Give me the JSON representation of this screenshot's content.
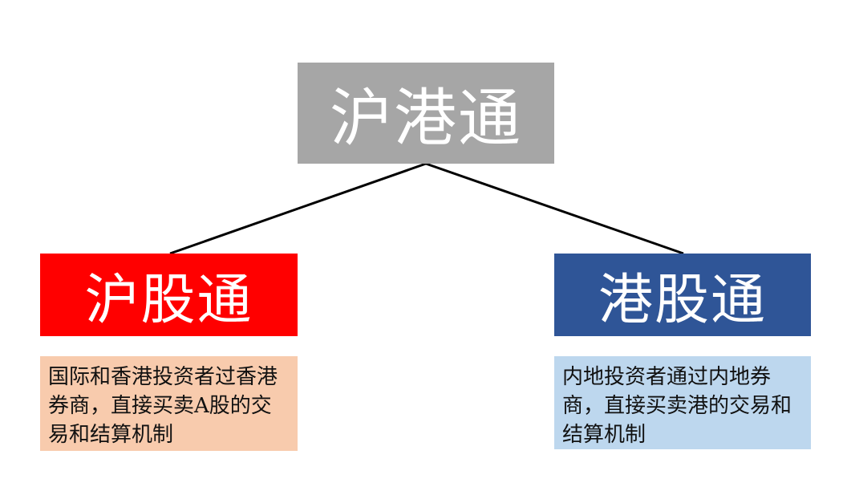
{
  "diagram": {
    "root": {
      "title": "沪港通",
      "color": "#a6a6a6"
    },
    "left": {
      "title": "沪股通",
      "color": "#ff0000",
      "description": "国际和香港投资者过香港券商，直接买卖A股的交易和结算机制",
      "description_color": "#f8cbad"
    },
    "right": {
      "title": "港股通",
      "color": "#2f5597",
      "description": "内地投资者通过内地券商，直接买卖港的交易和结算机制",
      "description_color": "#bdd7ee"
    }
  }
}
